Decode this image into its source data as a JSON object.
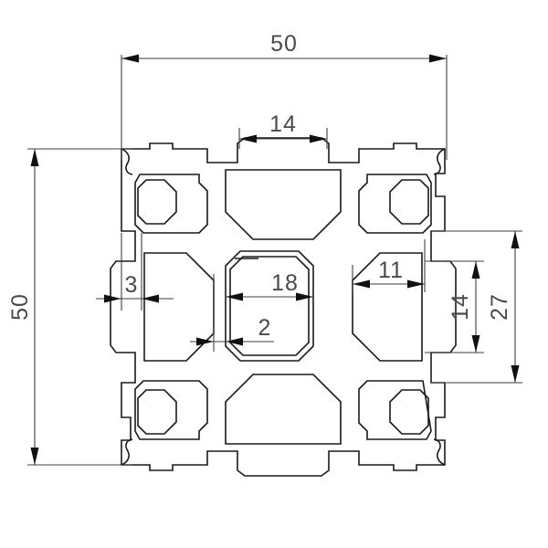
{
  "drawing": {
    "type": "engineering-cross-section",
    "subject": "aluminium-extrusion-profile-50x50",
    "line_color": "#1a1a1a",
    "dim_line_color": "#3f3f3f",
    "text_color": "#4a4a4a",
    "background": "#ffffff",
    "units": "mm"
  },
  "dimensions": {
    "overall_width": "50",
    "overall_height": "50",
    "top_slot_opening": "14",
    "left_slot_opening": "3",
    "center_bore_width": "18",
    "center_wall_thickness": "2",
    "right_rib_offset": "11",
    "right_slot_height": "14",
    "right_overall_inner": "27"
  },
  "labels": {
    "top_50": "50",
    "left_50": "50",
    "top_14": "14",
    "left_3": "3",
    "center_18": "18",
    "center_2": "2",
    "right_11": "11",
    "right_14": "14",
    "right_27": "27"
  }
}
